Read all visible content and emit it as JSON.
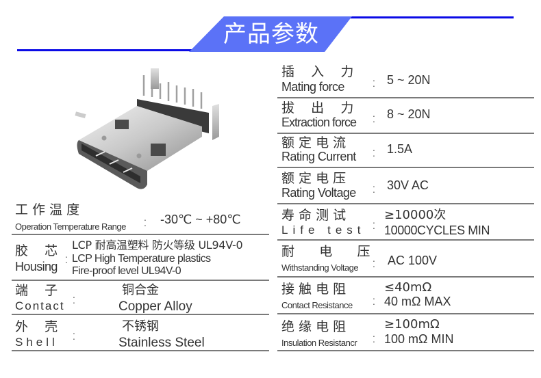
{
  "header": {
    "title": "产品参数",
    "colors": {
      "line": "#0a0ae6",
      "banner": "#5b72f7",
      "title_text": "#ffffff"
    }
  },
  "product_image": {
    "icon": "usb-type-c-connector-image"
  },
  "colors": {
    "text": "#333333",
    "divider": "#7a7a7a"
  },
  "left_specs": [
    {
      "label_zh": "工 作 温 度",
      "label_en": "Operation Temperature Range",
      "value": "-30℃ ~ +80℃"
    },
    {
      "label_zh": "胶    芯",
      "label_en": "Housing",
      "values": [
        "LCP 耐高温塑料 防火等级 UL94V-0",
        "LCP High Temperature plastics",
        "Fire-proof level UL94V-0"
      ]
    },
    {
      "label_zh": "端    子",
      "label_en": "Contact",
      "values": [
        "铜合金",
        "Copper Alloy"
      ]
    },
    {
      "label_zh": "外    壳",
      "label_en": "Shell",
      "values": [
        "不锈钢",
        "Stainless Steel"
      ]
    }
  ],
  "right_specs": [
    {
      "label_zh": "插    入    力",
      "label_en": "Mating force",
      "value": "5 ~ 20N"
    },
    {
      "label_zh": "拔    出    力",
      "label_en": "Extraction force",
      "value": "8 ~ 20N"
    },
    {
      "label_zh": "额 定 电 流",
      "label_en": "Rating Current",
      "value": "1.5A"
    },
    {
      "label_zh": "额 定 电 压",
      "label_en": "Rating Voltage",
      "value": "30V AC"
    },
    {
      "label_zh": "寿 命 测 试",
      "label_en": "Life  test",
      "values": [
        "≥10000次",
        "10000CYCLES MIN"
      ]
    },
    {
      "label_zh": "耐      电      压",
      "label_en": "Withstanding Voltage",
      "value": "AC 100V"
    },
    {
      "label_zh": "接 触 电 阻",
      "label_en": "Contact Resistance",
      "values": [
        "≤40mΩ",
        "40 mΩ  MAX"
      ]
    },
    {
      "label_zh": "绝 缘 电 阻",
      "label_en": "Insulation Resistancr",
      "values": [
        "≥100mΩ",
        "100 mΩ  MIN"
      ]
    }
  ],
  "colon": ":"
}
